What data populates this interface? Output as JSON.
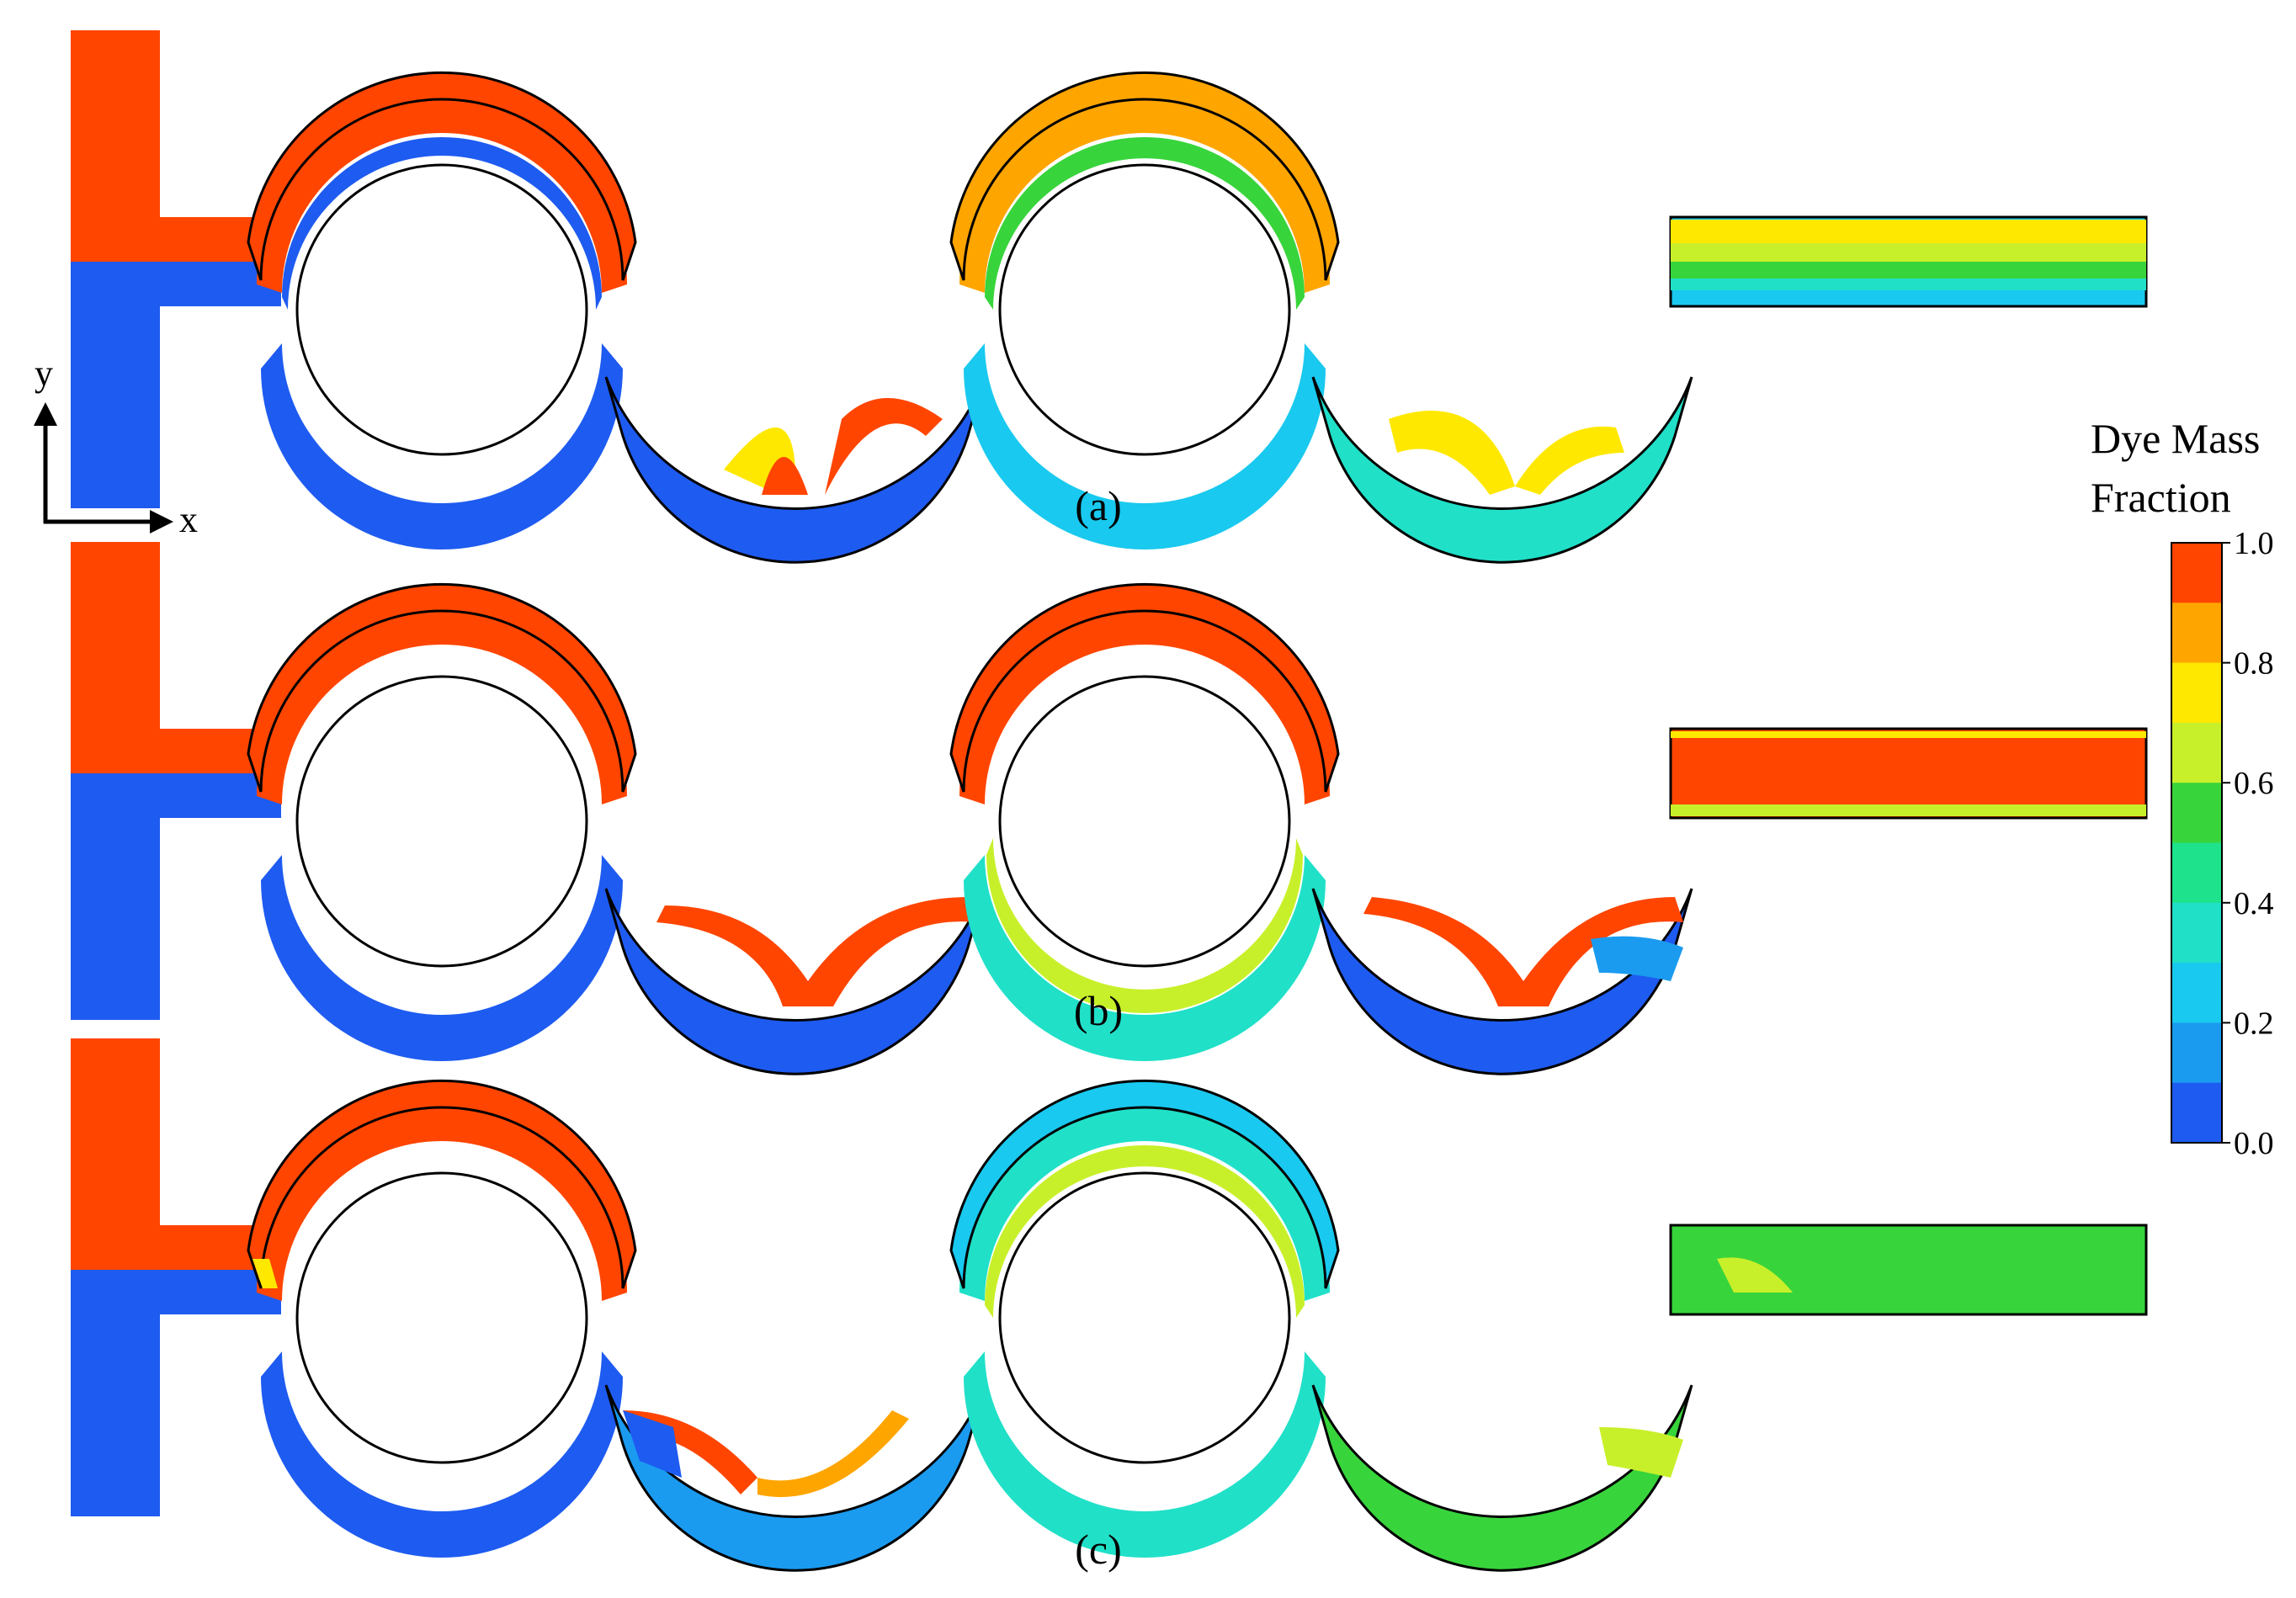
{
  "figure": {
    "panels": [
      {
        "id": "a",
        "label": "(a)"
      },
      {
        "id": "b",
        "label": "(b)"
      },
      {
        "id": "c",
        "label": "(c)"
      }
    ],
    "axes": {
      "x_label": "x",
      "y_label": "y"
    },
    "colorbar": {
      "title_line1": "Dye Mass",
      "title_line2": "Fraction",
      "min": 0.0,
      "max": 1.0,
      "ticks": [
        "1.0",
        "0.8",
        "0.6",
        "0.4",
        "0.2",
        "0.0"
      ],
      "levels": [
        "#ff4500",
        "#ffa500",
        "#ffe800",
        "#c8f02a",
        "#38d43b",
        "#1ee28c",
        "#20e0c8",
        "#19c9ef",
        "#1a9bf0",
        "#1e5bf0"
      ]
    },
    "fluid_colors": {
      "dye": "#ff4500",
      "water": "#1e5bf0"
    }
  }
}
